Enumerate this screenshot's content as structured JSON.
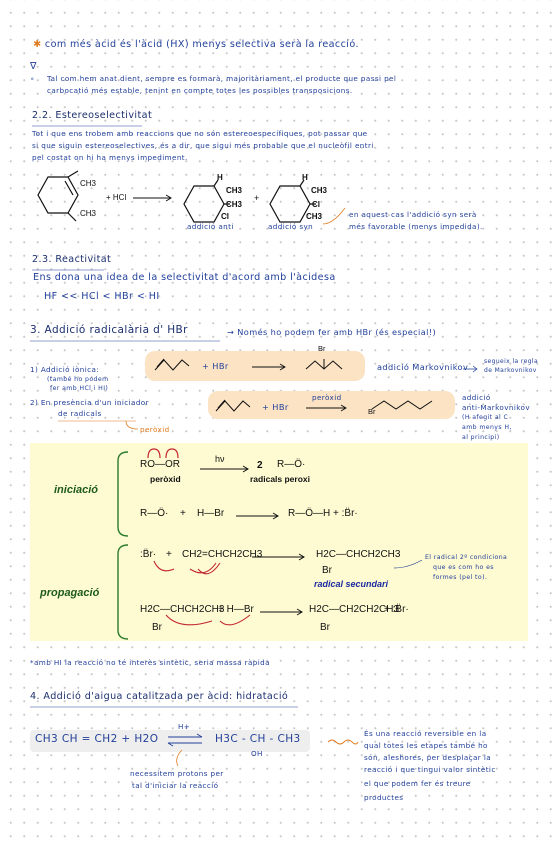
{
  "intro_line": "com més àcid és l'àcid (HX) menys selectiva serà la reacció.",
  "regio_note": {
    "marker": "∇",
    "line1": "Tal com hem anat dient, sempre es formarà, majoritàriament, el producte que passi pel",
    "line2": "carbocatió més estable, tenint en compte totes les possibles transposicions."
  },
  "section_22": {
    "heading": "2.2. Estereoselectivitat",
    "para1": "Tot i que ens trobem amb reaccions que no són estereoespecífiques, pot passar que",
    "para2": "si que siguin estereoselectives, és a dir, que sigui més probable que el nucleòfil entri",
    "para3": "pel costat on hi ha menys impediment.",
    "reaction": {
      "reagent": "+ HCl",
      "ch3": "CH3",
      "h": "H",
      "cl": "Cl",
      "plus": "+",
      "label_anti": "addició anti",
      "label_syn": "addició syn"
    },
    "note1": "en aquest cas l'addició syn serà",
    "note2": "més favorable (menys impedida)."
  },
  "section_23": {
    "heading": "2.3. Reactivitat",
    "line1": "Ens dona una idea de la selectivitat d'acord amb l'àcidesa",
    "line2": "HF << HCl < HBr < HI"
  },
  "section_3": {
    "heading": "3. Addició radicalària d' HBr",
    "aside": "→ Només ho podem fer amb HBr (és especial!)",
    "ionic": {
      "label1": "1) Addició iònica:",
      "sub1": "(també ho podem",
      "sub2": "fer amb HCl i HI)",
      "reagent": "+ HBr",
      "br": "Br",
      "result": "addició Markovnikov",
      "rule1": "segueix la regla",
      "rule2": "de Markovnikov"
    },
    "radical": {
      "label1": "2) En presència d'un iniciador",
      "label2": "de radicals",
      "peroxid_note": "peròxid",
      "reagent": "+ HBr",
      "over_arrow": "peròxid",
      "br": "Br",
      "result1": "addició",
      "result2": "anti-Markovnikov",
      "result3": "(H afegit al C",
      "result4": "amb menys H,",
      "result5": "al principi)"
    }
  },
  "mechanism": {
    "initiation": "iniciació",
    "propagation": "propagació",
    "peroxide": "RO—OR",
    "hv": "hν",
    "two": "2",
    "radical": "R—Ö·",
    "peroxide_label": "peròxid",
    "radicals_label": "radicals peroxi",
    "step2_left": "R—Ö·",
    "step2_plus": "+",
    "step2_hbr": "H—Br",
    "step2_right": "R—Ö—H  +  :B̈r·",
    "prop1_br": ":B̈r·",
    "prop1_plus": "+",
    "prop1_alkene": "CH2=CHCH2CH3",
    "prop1_product": "H2C—CHCH2CH3",
    "prop1_product_br": "Br",
    "prop1_label": "radical secundari",
    "prop2_left": "H2C—CHCH2CH3",
    "prop2_left_br": "Br",
    "prop2_hbr": "+ H—Br",
    "prop2_product": "H2C—CH2CH2CH3",
    "prop2_product_br": "Br",
    "prop2_br_rad": "+ :B̈r·",
    "side_note1": "El radical 2º condiciona",
    "side_note2": "que es com ho es",
    "side_note3": "formes (pel to)."
  },
  "footnote": "*amb HI la reacció no té interès sintètic, seria massa ràpida",
  "section_4": {
    "heading": "4. Addició d'aigua catalitzada per àcid: hidratació",
    "reactant": "CH3 CH = CH2 + H2O",
    "catalyst": "H+",
    "product": "H3C - CH - CH3",
    "oh": "OH",
    "note_protons1": "necessitem protons per",
    "note_protons2": "tal d'iniciar la reacció",
    "note1": "És una reacció reversible en la",
    "note2": "qual totes les etapes també ho",
    "note3": "són, aleshores, per desplaçar la",
    "note4": "reacció i que tingui valor sintètic",
    "note5": "el que podem fer és treure",
    "note6": "productes"
  },
  "colors": {
    "ink_blue": "#22409a",
    "orange": "#e07a1f",
    "highlight": "#fbe3c4",
    "panel": "#fefbd2",
    "bracket_green": "#2c7a2c",
    "arrow_red": "#c2262e"
  }
}
